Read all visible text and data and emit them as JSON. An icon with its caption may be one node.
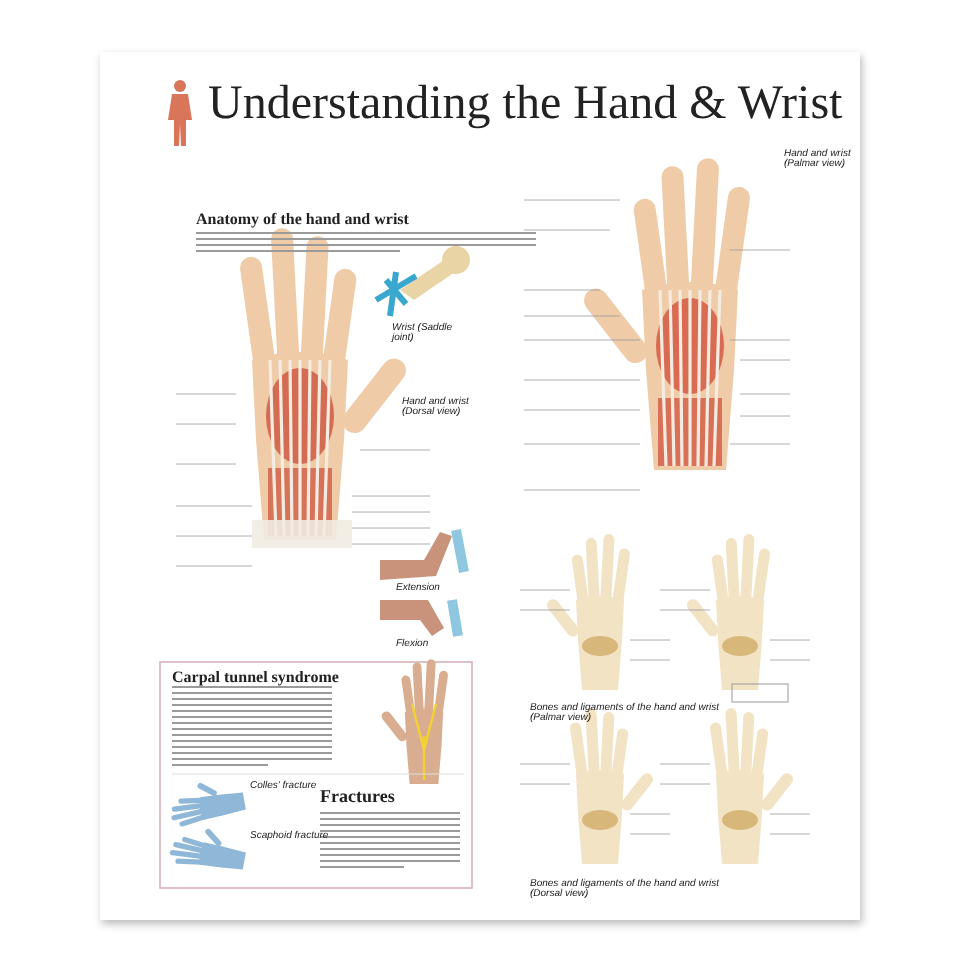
{
  "diagram": {
    "title": "Understanding the Hand & Wrist",
    "labels": [
      "Anatomy of the hand and wrist",
      "Wrist (Saddle joint)",
      "Hand and wrist (Dorsal view)",
      "Extension",
      "Flexion",
      "Hand and wrist (Palmar view)",
      "Carpal tunnel syndrome",
      "Colles' fracture",
      "Scaphoid fracture",
      "Fractures",
      "Bones and ligaments of the hand and wrist (Palmar view)",
      "Bones and ligaments of the hand and wrist (Dorsal view)"
    ]
  }
}
